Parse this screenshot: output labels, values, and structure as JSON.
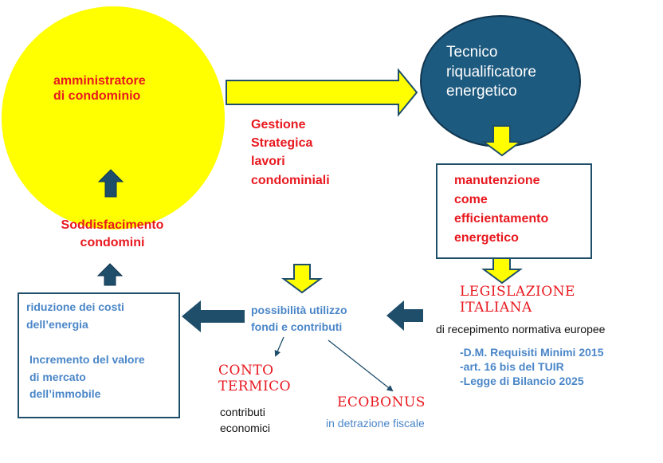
{
  "colors": {
    "yellow": "#ffff00",
    "dark_blue": "#1f4e6b",
    "circle_blue": "#1d5a7f",
    "red": "#e8181f",
    "light_blue": "#4a86c8"
  },
  "nodes": {
    "admin_l1": "amministratore",
    "admin_l2": "di condominio",
    "tecnico_l1": "Tecnico",
    "tecnico_l2": "riqualificatore",
    "tecnico_l3": "energetico",
    "gestione_l1": "Gestione",
    "gestione_l2": "Strategica",
    "gestione_l3": "lavori",
    "gestione_l4": "condominiali",
    "manut_l1": "manutenzione",
    "manut_l2": "come",
    "manut_l3": "efficientamento",
    "manut_l4": "energetico",
    "legis_l1": "LEGISLAZIONE",
    "legis_l2": "ITALIANA",
    "recepimento": "di recepimento normativa europee",
    "norma_1": "-D.M. Requisiti Minimi 2015",
    "norma_2": "-art. 16 bis del TUIR",
    "norma_3": "-Legge di Bilancio 2025",
    "fondi_l1": "possibilità utilizzo",
    "fondi_l2": "fondi e contributi",
    "conto_l1": "CONTO",
    "conto_l2": "TERMICO",
    "contributi_l1": "contributi",
    "contributi_l2": "economici",
    "ecobonus": "ECOBONUS",
    "detrazione": "in detrazione fiscale",
    "riduzione_l1": "riduzione dei costi",
    "riduzione_l2": "dell’energia",
    "incremento_l1": "Incremento del valore",
    "incremento_l2": "di mercato",
    "incremento_l3": "dell’immobile",
    "soddisf_l1": "Soddisfacimento",
    "soddisf_l2": "condomini"
  }
}
